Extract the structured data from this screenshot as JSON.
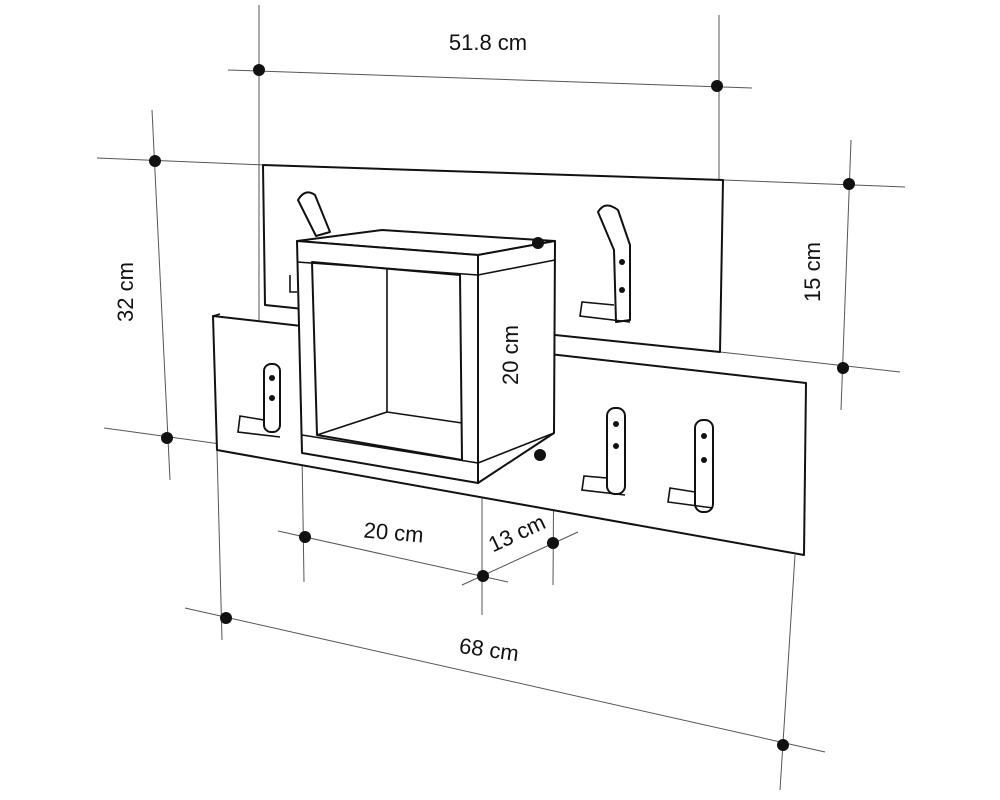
{
  "dimensions": {
    "top_width": "51.8 cm",
    "total_height": "32 cm",
    "upper_board_height": "15 cm",
    "shelf_height": "20 cm",
    "shelf_width": "20 cm",
    "shelf_depth": "13 cm",
    "lower_board_width": "68 cm"
  },
  "colors": {
    "line": "#111111",
    "background": "#ffffff"
  }
}
